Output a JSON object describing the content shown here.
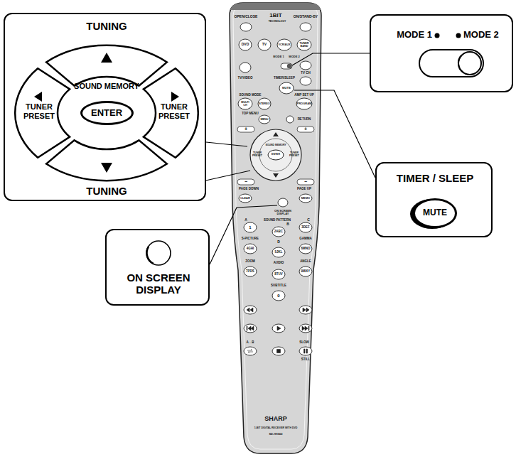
{
  "diagram": {
    "nodes": [
      {
        "text": [
          "TUNING",
          "SOUND MEMORY",
          "TUNING"
        ]
      },
      {
        "text": [
          "TUNER PRESET"
        ],
        "in": 0
      },
      {
        "text": [
          "ENTER"
        ],
        "in": 0
      },
      {
        "text": [
          "TUNER PRESET"
        ],
        "in": 0
      },
      {
        "text": [
          "MODE 1",
          "MODE 2"
        ]
      },
      {
        "text": [
          "TIMER / SLEEP"
        ]
      },
      {
        "text": [
          "MUTE"
        ],
        "in": 5
      },
      {
        "text": [
          "ON SCREEN DISPLAY"
        ]
      }
    ],
    "labels": [
      "OPEN/CLOSE",
      "ON/STAND-BY",
      "1BIT",
      "TECHNOLOGY",
      "DVD",
      "TV",
      "VCR/AUX",
      "TUNER BAND",
      "MODE 1",
      "MODE 2",
      "TV/VIDEO",
      "TIMER/SLEEP",
      "TV CH",
      "MUTE",
      "SOUND MODE",
      "MULTI CH",
      "STEREO",
      "AMP SET UP",
      "PROGRAM",
      "TOP MENU",
      "MENU",
      "RETURN",
      "+",
      "+",
      "SOUND MEMORY",
      "ENTER",
      "TUNER PRESET",
      "TUNER PRESET",
      "−",
      "−",
      "PAGE DOWN",
      "PAGE UP",
      "CLEAR",
      "MEMO",
      "ON SCREEN DISPLAY",
      "SOUND PATTERN",
      "A",
      "C",
      "B",
      "1",
      "2ABC",
      "3DEF",
      "S-PICTURE",
      "D",
      "GAMMA",
      "4GHI",
      "5JKL",
      "6MNO",
      "ZOOM",
      "AUDIO",
      "ANGLE",
      "7PRS",
      "8TUV",
      "9WXY",
      "SUBTITLE",
      "0",
      "A↔B",
      "SLOW",
      "STILL",
      "SHARP",
      "1-BIT DIGITAL RECEIVER WITH DVD",
      "SD-HX500"
    ]
  }
}
